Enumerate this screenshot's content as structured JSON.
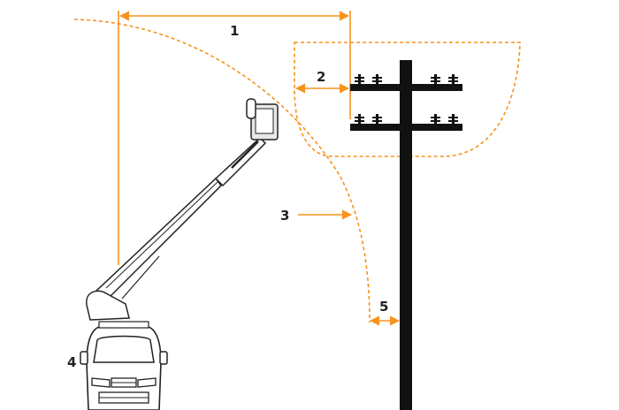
{
  "colors": {
    "accent": "#f7931e",
    "ink": "#111111",
    "outline": "#222222",
    "panel": "#e8e8e8"
  },
  "labels": {
    "l1": "1",
    "l2": "2",
    "l3": "3",
    "l4": "4",
    "l5": "5"
  },
  "icons": {
    "utility_pole": "utility-pole-icon",
    "insulator": "insulator-icon",
    "bucket_truck": "bucket-truck-icon",
    "boom": "aerial-boom-icon",
    "bucket": "bucket-icon"
  }
}
